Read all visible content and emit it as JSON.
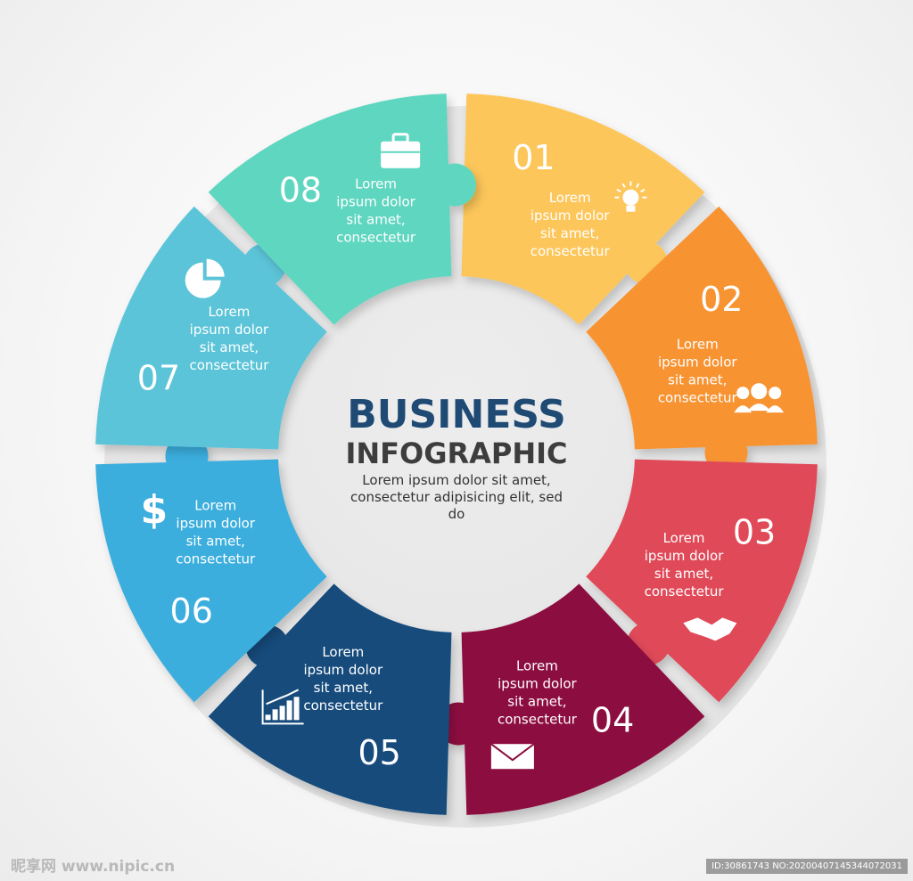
{
  "title_line1": "BUSINESS",
  "title_line2": "INFOGRAPHIC",
  "center_text": "Lorem ipsum dolor sit amet, consectetur adipisicing elit, sed do",
  "segment_text_lines": [
    "Lorem",
    "ipsum dolor",
    "sit amet,",
    "consectetur"
  ],
  "segments": [
    {
      "number": "01",
      "color": "#fcc65a",
      "icon": "lightbulb-icon"
    },
    {
      "number": "02",
      "color": "#f89330",
      "icon": "people-icon"
    },
    {
      "number": "03",
      "color": "#e04a58",
      "icon": "handshake-icon"
    },
    {
      "number": "04",
      "color": "#8c1040",
      "icon": "mail-icon"
    },
    {
      "number": "05",
      "color": "#124c7c",
      "icon": "bar-chart-icon"
    },
    {
      "number": "06",
      "color": "#3aaede",
      "icon": "dollar-icon"
    },
    {
      "number": "07",
      "color": "#5bc4d8",
      "icon": "pie-chart-icon"
    },
    {
      "number": "08",
      "color": "#5fd6c0",
      "icon": "briefcase-icon"
    }
  ],
  "watermark_left": "昵享网 www.nipic.cn",
  "watermark_right": "ID:30861743 NO:20200407145344072031"
}
